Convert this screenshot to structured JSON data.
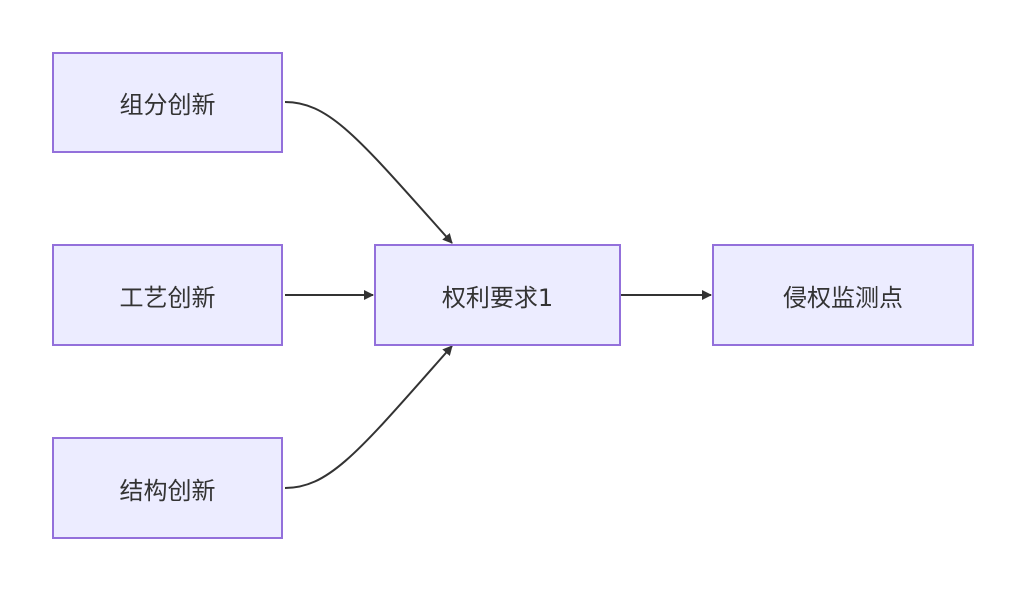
{
  "diagram": {
    "nodes": {
      "component": {
        "label": "组分创新"
      },
      "process": {
        "label": "工艺创新"
      },
      "structure": {
        "label": "结构创新"
      },
      "claim": {
        "label": "权利要求1"
      },
      "monitor": {
        "label": "侵权监测点"
      }
    },
    "edges": [
      {
        "from": "component",
        "to": "claim"
      },
      {
        "from": "process",
        "to": "claim"
      },
      {
        "from": "structure",
        "to": "claim"
      },
      {
        "from": "claim",
        "to": "monitor"
      }
    ],
    "colors": {
      "node_fill": "#ECECFF",
      "node_border": "#9370DB",
      "edge": "#333333",
      "text": "#333333"
    }
  }
}
